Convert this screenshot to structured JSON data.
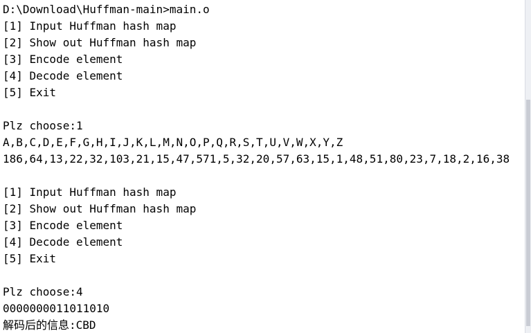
{
  "console": {
    "lines": [
      "D:\\Download\\Huffman-main>main.o",
      "[1] Input Huffman hash map",
      "[2] Show out Huffman hash map",
      "[3] Encode element",
      "[4] Decode element",
      "[5] Exit",
      "",
      "Plz choose:1",
      "A,B,C,D,E,F,G,H,I,J,K,L,M,N,O,P,Q,R,S,T,U,V,W,X,Y,Z",
      "186,64,13,22,32,103,21,15,47,571,5,32,20,57,63,15,1,48,51,80,23,7,18,2,16,38",
      "",
      "[1] Input Huffman hash map",
      "[2] Show out Huffman hash map",
      "[3] Encode element",
      "[4] Decode element",
      "[5] Exit",
      "",
      "Plz choose:4",
      "0000000011011010",
      "解码后的信息:CBD"
    ],
    "colors": {
      "background": "#ffffff",
      "text": "#000000",
      "scrollbar_track": "#eef0f4",
      "scrollbar_thumb": "#c9ccd4"
    }
  }
}
